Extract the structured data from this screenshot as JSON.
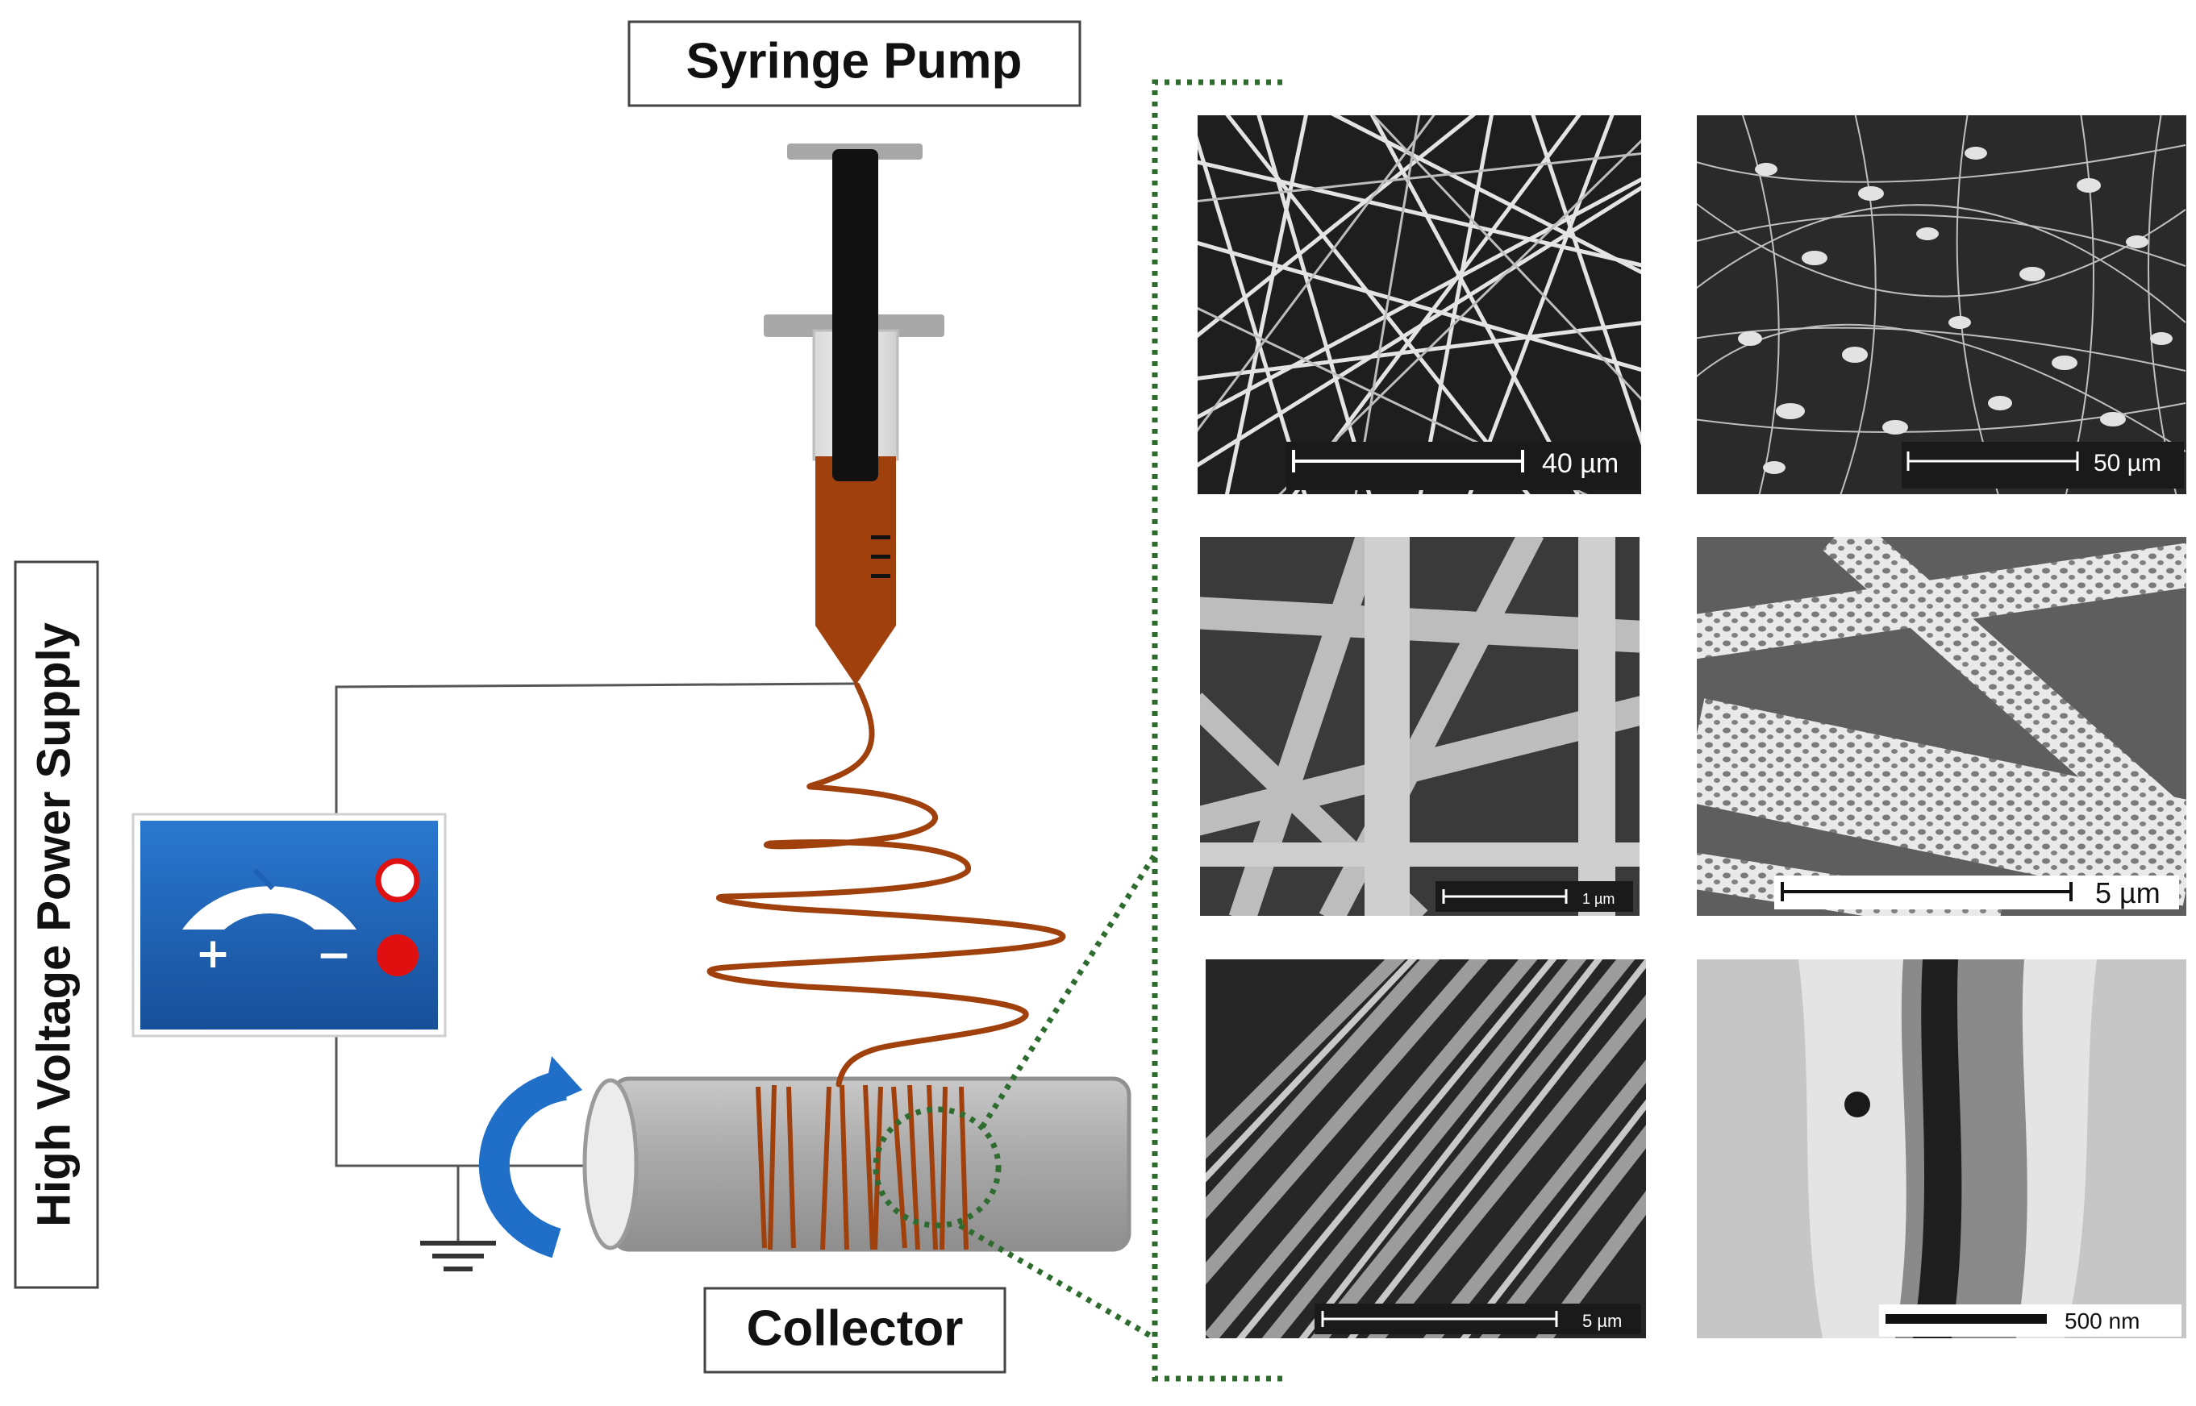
{
  "labels": {
    "syringe_pump": "Syringe Pump",
    "power_supply": "High Voltage Power Supply",
    "collector": "Collector",
    "plus": "+",
    "minus": "−"
  },
  "micrographs": [
    {
      "scale_label": "40 µm",
      "style": "random-fibers"
    },
    {
      "scale_label": "50 µm",
      "style": "beaded-fibers"
    },
    {
      "scale_label": "1 µm",
      "style": "smooth-thick-fibers"
    },
    {
      "scale_label": "5 µm",
      "style": "porous-fibers"
    },
    {
      "scale_label": "5 µm",
      "style": "aligned-fibers"
    },
    {
      "scale_label": "500 nm",
      "style": "core-shell-tem"
    }
  ],
  "colors": {
    "solution": "#a0410d",
    "power_box": "#1f62b5",
    "rotation_arrow": "#1f6fc8",
    "zoom_outline": "#2e6b2e",
    "collector": "#a8a8a8",
    "positive_terminal": "#e01010",
    "negative_terminal": "#e01010"
  }
}
